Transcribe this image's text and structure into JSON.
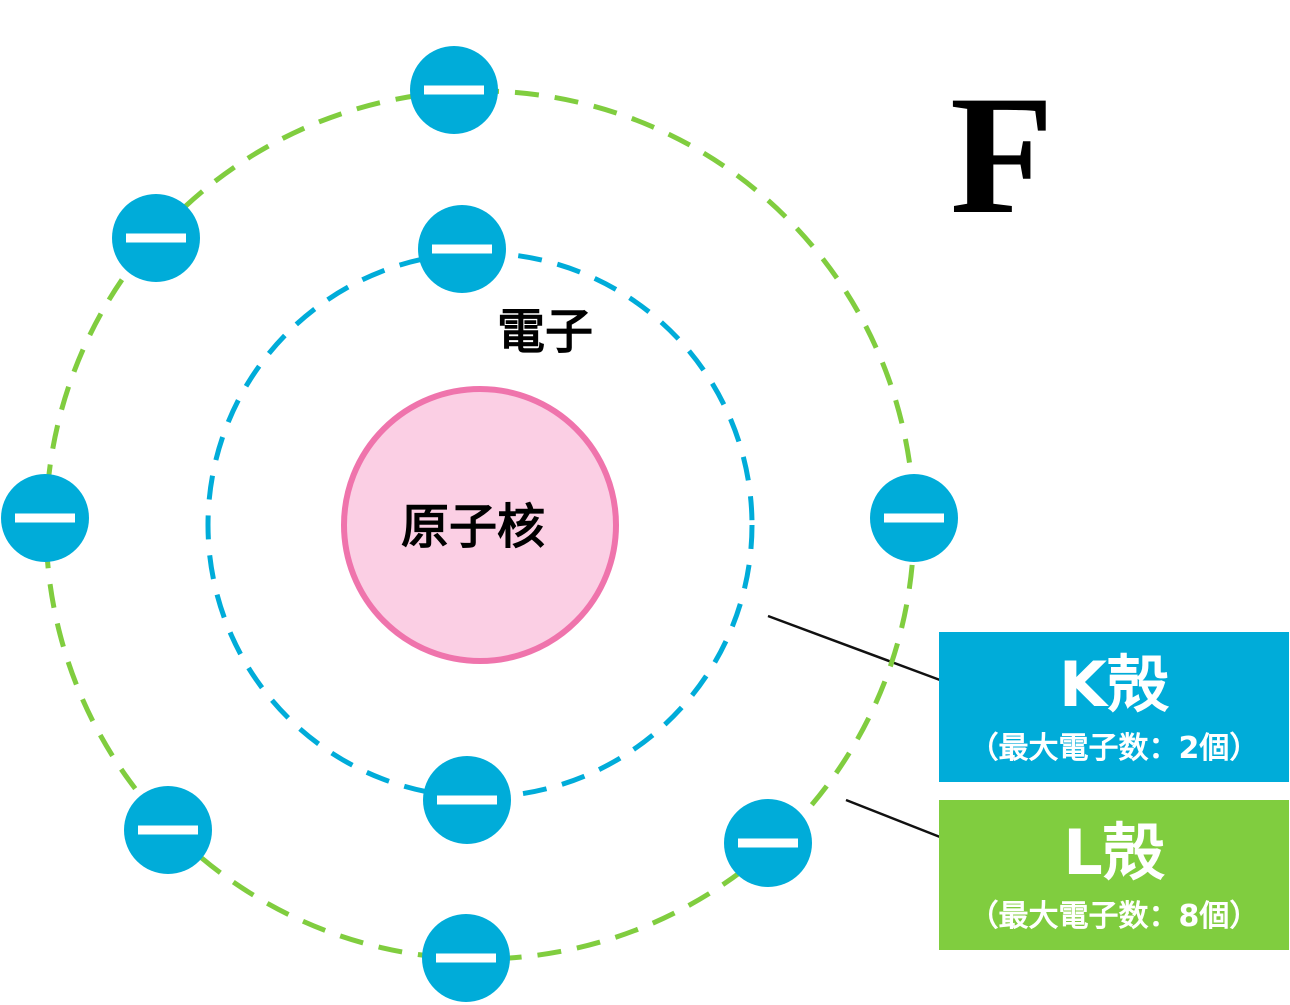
{
  "colors": {
    "k_shell": "#00acd9",
    "l_shell": "#80cd3f",
    "nucleus_fill": "#fbcfe4",
    "nucleus_stroke": "#ef74ac",
    "electron": "#00acd9"
  },
  "element_symbol": "F",
  "labels": {
    "nucleus": "原子核",
    "electron": "電子"
  },
  "electron_sign": "−",
  "shells": [
    {
      "id": "k",
      "name": "K殻",
      "capacity": "（最大電子数：2個）",
      "electron_count": 2
    },
    {
      "id": "l",
      "name": "L殻",
      "capacity": "（最大電子数：8個）",
      "electron_count": 7
    }
  ]
}
